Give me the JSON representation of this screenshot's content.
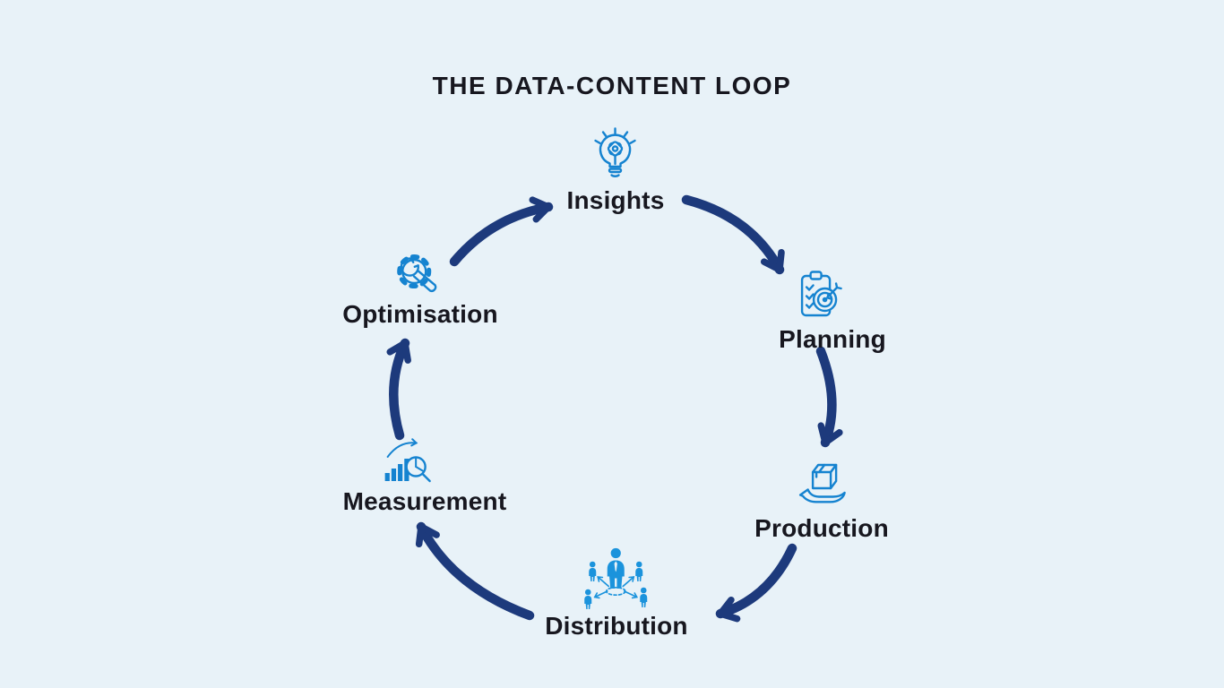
{
  "title": "THE DATA-CONTENT LOOP",
  "cycle_direction": "clockwise",
  "stages": [
    {
      "label": "Insights",
      "icon": "lightbulb-gear-icon"
    },
    {
      "label": "Planning",
      "icon": "clipboard-target-icon"
    },
    {
      "label": "Production",
      "icon": "hand-holding-box-icon"
    },
    {
      "label": "Distribution",
      "icon": "people-network-icon"
    },
    {
      "label": "Measurement",
      "icon": "bar-chart-magnifier-icon"
    },
    {
      "label": "Optimisation",
      "icon": "gear-wrench-icon"
    }
  ],
  "arrows": [
    {
      "from": "Optimisation",
      "to": "Insights"
    },
    {
      "from": "Insights",
      "to": "Planning"
    },
    {
      "from": "Planning",
      "to": "Production"
    },
    {
      "from": "Production",
      "to": "Distribution"
    },
    {
      "from": "Distribution",
      "to": "Measurement"
    },
    {
      "from": "Measurement",
      "to": "Optimisation"
    }
  ],
  "colors": {
    "background": "#e8f2f8",
    "icon_blue": "#1583d0",
    "icon_blue_fill": "#1b93dc",
    "arrow_navy": "#1d3a7c",
    "text_dark": "#17171f"
  }
}
